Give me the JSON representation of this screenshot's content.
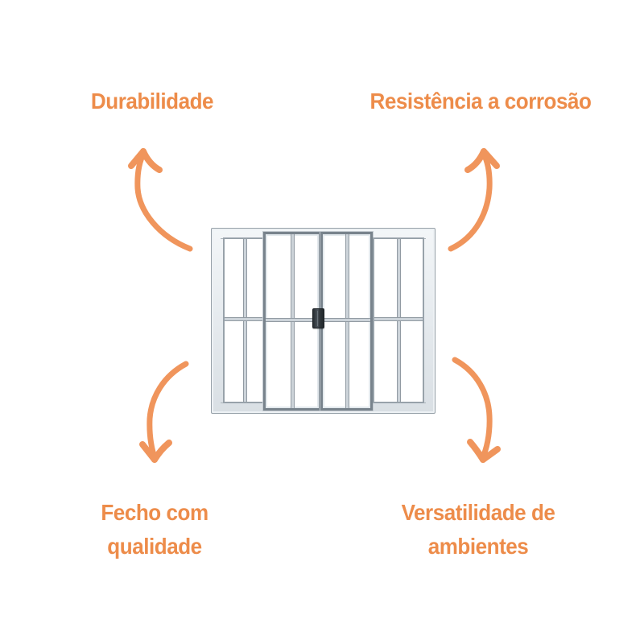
{
  "background_color": "#FFFFFF",
  "colors": {
    "label_orange": "#ED8C4A",
    "arrow_orange": "#F0955C",
    "window_frame_light": "#E9EDF1",
    "window_frame_outline": "#97A1A9",
    "window_sash_dark": "#78838C",
    "glass_white": "#FFFFFF",
    "lock_dark": "#30363B"
  },
  "features": [
    {
      "label": "Durabilidade",
      "position": "top-left",
      "icon": "curved-arrow-up-icon"
    },
    {
      "label": "Resistência a corrosão",
      "position": "top-right",
      "icon": "curved-arrow-up-icon"
    },
    {
      "label": "Fecho com qualidade",
      "position": "bottom-left",
      "icon": "curved-arrow-down-icon"
    },
    {
      "label": "Versatilidade de ambientes",
      "position": "bottom-right",
      "icon": "curved-arrow-down-icon"
    }
  ],
  "illustration": {
    "name": "four-panel-sliding-window",
    "panels": 4,
    "center_latch": true
  }
}
